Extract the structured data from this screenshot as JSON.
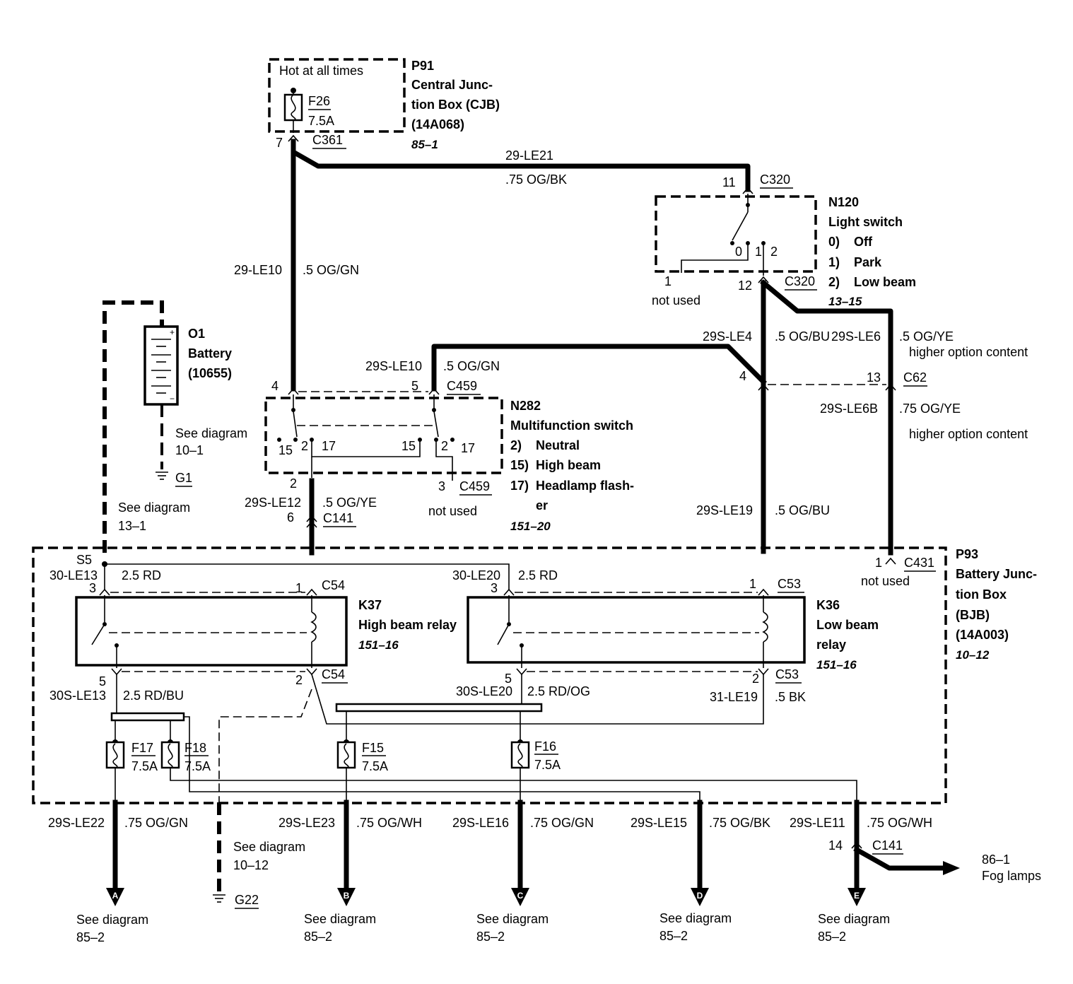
{
  "p91": {
    "hot_text": "Hot at all times",
    "fuse_name": "F26",
    "fuse_rating": "7.5A",
    "code": "P91",
    "title_l1": "Central Junc-",
    "title_l2": "tion Box (CJB)",
    "part_number": "(14A068)",
    "ref": "85–1",
    "pin": "7",
    "connector": "C361"
  },
  "wires": {
    "le21_name": "29-LE21",
    "le21_spec": ".75 OG/BK",
    "le10_name": "29-LE10",
    "le10_spec": ".5 OG/GN",
    "sle10_name": "29S-LE10",
    "sle10_spec": ".5 OG/GN",
    "sle4_name": "29S-LE4",
    "sle4_spec": ".5 OG/BU",
    "sle6_name": "29S-LE6",
    "sle6_spec": ".5 OG/YE",
    "sle6_note": "higher option content",
    "sle6b_name": "29S-LE6B",
    "sle6b_spec": ".75 OG/YE",
    "sle6b_note": "higher option content",
    "sle12_name": "29S-LE12",
    "sle12_spec": ".5 OG/YE",
    "sle19_name": "29S-LE19",
    "sle19_spec": ".5 OG/BU"
  },
  "n120": {
    "code": "N120",
    "title": "Light switch",
    "opt0": "0)    Off",
    "opt1": "1)    Park",
    "opt2": "2)    Low beam",
    "ref": "13–15",
    "pin_top": "11",
    "conn_top": "C320",
    "pin_bottom": "12",
    "conn_bottom": "C320",
    "pos0": "0",
    "pos1": "1",
    "pos2": "2",
    "unused_pin": "1",
    "unused_text": "not used"
  },
  "c62": {
    "pin": "13",
    "connector": "C62",
    "pin_left": "4"
  },
  "battery": {
    "code": "O1",
    "title": "Battery",
    "part_number": "(10655)",
    "see_l1": "See diagram",
    "see_l2": "10–1",
    "ground": "G1",
    "see2_l1": "See diagram",
    "see2_l2": "13–1"
  },
  "n282": {
    "code": "N282",
    "title": "Multifunction switch",
    "opt2": "2)    Neutral",
    "opt15": "15)  High beam",
    "opt17": "17)  Headlamp flash-",
    "opt17b": "er",
    "ref": "151–20",
    "pin_in1": "4",
    "pin_in2": "5",
    "connector": "C459",
    "pos15a": "15",
    "pos2a": "2",
    "pos17a": "17",
    "pos15b": "15",
    "pos2b": "2",
    "pos17b": "17",
    "pin_out": "2",
    "pin_unused": "3",
    "conn_unused": "C459",
    "unused_text": "not used",
    "c141_pin": "6",
    "c141": "C141"
  },
  "p93": {
    "code": "P93",
    "title_l1": "Battery Junc-",
    "title_l2": "tion Box",
    "title_l3": "(BJB)",
    "part_number": "(14A003)",
    "ref": "10–12",
    "splice": "S5",
    "c431_pin": "1",
    "c431": "C431",
    "c431_unused": "not used"
  },
  "k37": {
    "code": "K37",
    "title": "High beam relay",
    "ref": "151–16",
    "in_wire": "30-LE13",
    "in_spec": "2.5 RD",
    "pin3": "3",
    "pin1": "1",
    "c54_top": "C54",
    "pin5": "5",
    "pin2": "2",
    "c54_bottom": "C54",
    "out_wire": "30S-LE13",
    "out_spec": "2.5 RD/BU"
  },
  "k36": {
    "code": "K36",
    "title_l1": "Low beam",
    "title_l2": "relay",
    "ref": "151–16",
    "in_wire": "30-LE20",
    "in_spec": "2.5 RD",
    "pin3": "3",
    "pin1": "1",
    "c53_top": "C53",
    "pin5": "5",
    "pin2": "2",
    "c53_bottom": "C53",
    "out_wire": "30S-LE20",
    "out_spec": "2.5 RD/OG",
    "gnd_wire": "31-LE19",
    "gnd_spec": ".5 BK"
  },
  "fuses": [
    {
      "name": "F17",
      "rating": "7.5A"
    },
    {
      "name": "F18",
      "rating": "7.5A"
    },
    {
      "name": "F15",
      "rating": "7.5A"
    },
    {
      "name": "F16",
      "rating": "7.5A"
    }
  ],
  "outputs": [
    {
      "wire": "29S-LE22",
      "spec": ".75 OG/GN",
      "letter": "A",
      "see": "See diagram",
      "ref": "85–2"
    },
    {
      "wire": "29S-LE23",
      "spec": ".75 OG/WH",
      "letter": "B",
      "see": "See diagram",
      "ref": "85–2"
    },
    {
      "wire": "29S-LE16",
      "spec": ".75 OG/GN",
      "letter": "C",
      "see": "See diagram",
      "ref": "85–2"
    },
    {
      "wire": "29S-LE15",
      "spec": ".75 OG/BK",
      "letter": "D",
      "see": "See diagram",
      "ref": "85–2"
    },
    {
      "wire": "29S-LE11",
      "spec": ".75 OG/WH",
      "letter": "E",
      "see": "See diagram",
      "ref": "85–2"
    }
  ],
  "g22": {
    "see_l1": "See diagram",
    "see_l2": "10–12",
    "ground": "G22"
  },
  "fog": {
    "pin": "14",
    "connector": "C141",
    "ref": "86–1",
    "label": "Fog lamps"
  }
}
